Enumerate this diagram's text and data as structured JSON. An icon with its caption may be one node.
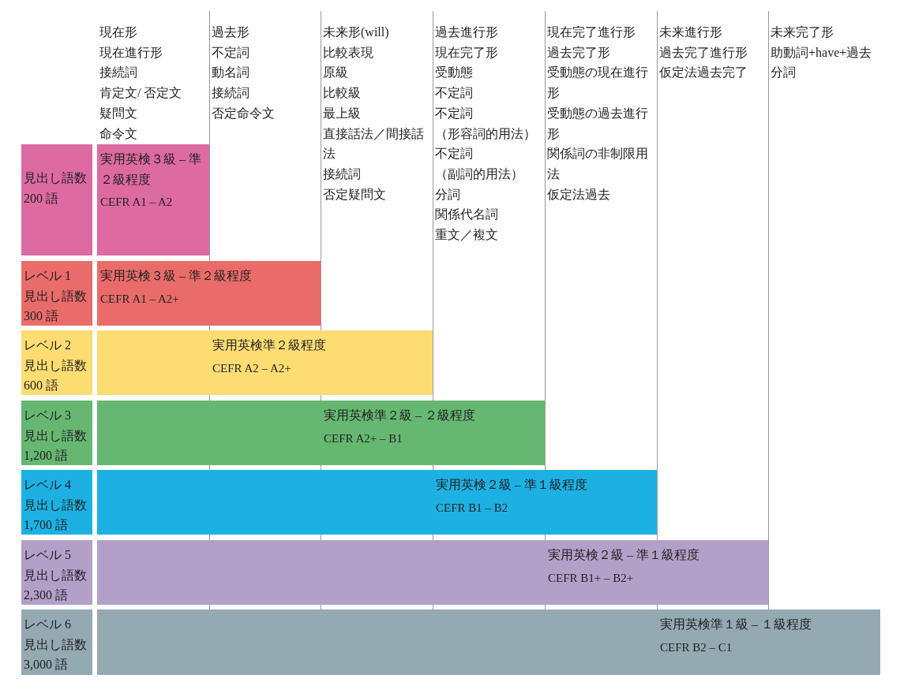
{
  "diagram": {
    "nodes": [
      {
        "text": [
          "見出し語数200 語"
        ]
      },
      {
        "text": [
          "実用英検３級 – 準２級程度",
          "CEFR A1 – A2"
        ]
      },
      {
        "text": [
          "レベル 1",
          "見出し語数300 語"
        ]
      },
      {
        "text": [
          "実用英検３級 – 準２級程度",
          "CEFR A1 – A2+"
        ]
      },
      {
        "text": [
          "レベル 2",
          "見出し語数600 語"
        ]
      },
      {
        "text": [
          "実用英検準２級程度",
          "CEFR A2 – A2+"
        ]
      },
      {
        "text": [
          "レベル 3",
          "見出し語数1,200 語"
        ]
      },
      {
        "text": [
          "実用英検準２級 – ２級程度",
          "CEFR A2+ – B1"
        ]
      },
      {
        "text": [
          "レベル 4",
          "見出し語数1,700 語"
        ]
      },
      {
        "text": [
          "実用英検２級 – 準１級程度",
          "CEFR B1 – B2"
        ]
      },
      {
        "text": [
          "レベル 5",
          "見出し語数2,300 語"
        ]
      },
      {
        "text": [
          "実用英検２級 – 準１級程度",
          "CEFR B1+ – B2+"
        ]
      },
      {
        "text": [
          "レベル 6",
          "見出し語数3,000 語"
        ]
      },
      {
        "text": [
          "実用英検準１級 – １級程度",
          "CEFR B2 – C1"
        ]
      }
    ],
    "labels": [
      "現在形",
      "現在進行形",
      "接続詞",
      "肯定文/ 否定文",
      "疑問文",
      "命令文",
      "過去形",
      "不定詞",
      "動名詞",
      "接続詞",
      "否定命令文",
      "未来形(will)",
      "比較表現",
      "原級",
      "比較級",
      "最上級",
      "直接話法／間接話法",
      "接続詞",
      "否定疑問文",
      "過去進行形",
      "現在完了形",
      "受動態",
      "不定詞",
      "不定詞",
      "（形容詞的用法）",
      "不定詞",
      "（副詞的用法）",
      "分詞",
      "関係代名詞",
      "重文／複文",
      "現在完了進行形",
      "過去完了形",
      "受動態の現在進行形",
      "受動態の過去進行形",
      "関係詞の非制限用法",
      "仮定法過去",
      "未来進行形",
      "過去完了進行形",
      "仮定法過去完了",
      "未来完了形",
      "助動詞+have+過去分詞"
    ]
  }
}
